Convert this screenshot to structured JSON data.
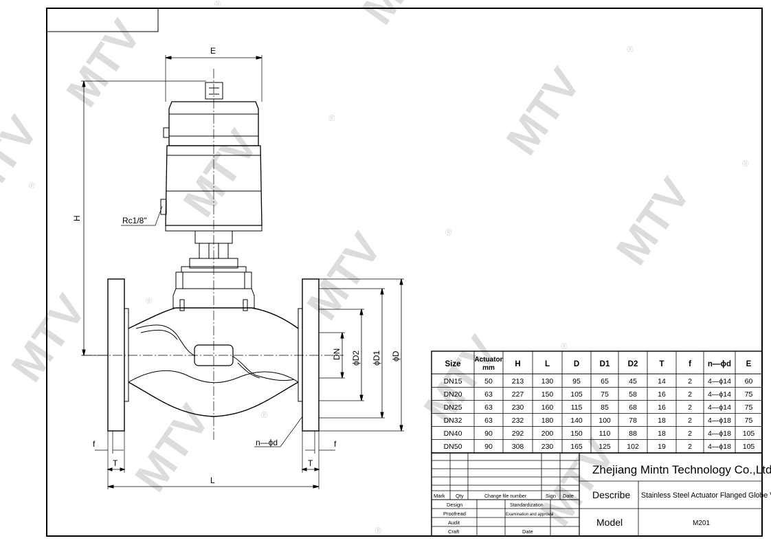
{
  "watermark": {
    "text": "MTV",
    "mark": "®"
  },
  "dimensions": {
    "E": "E",
    "H": "H",
    "L": "L",
    "T": "T",
    "f": "f",
    "DN": "DN",
    "D2": "ϕD2",
    "D1": "ϕD1",
    "D": "ϕD",
    "port": "Rc1/8\"",
    "holes": "n—ϕd"
  },
  "table": {
    "headers": [
      "Size",
      "Actuator mm",
      "H",
      "L",
      "D",
      "D1",
      "D2",
      "T",
      "f",
      "n—ϕd",
      "E"
    ],
    "rows": [
      [
        "DN15",
        "50",
        "213",
        "130",
        "95",
        "65",
        "45",
        "14",
        "2",
        "4—ϕ14",
        "60"
      ],
      [
        "DN20",
        "63",
        "227",
        "150",
        "105",
        "75",
        "58",
        "16",
        "2",
        "4—ϕ14",
        "75"
      ],
      [
        "DN25",
        "63",
        "230",
        "160",
        "115",
        "85",
        "68",
        "16",
        "2",
        "4—ϕ14",
        "75"
      ],
      [
        "DN32",
        "63",
        "232",
        "180",
        "140",
        "100",
        "78",
        "18",
        "2",
        "4—ϕ18",
        "75"
      ],
      [
        "DN40",
        "90",
        "292",
        "200",
        "150",
        "110",
        "88",
        "18",
        "2",
        "4—ϕ18",
        "105"
      ],
      [
        "DN50",
        "90",
        "308",
        "230",
        "165",
        "125",
        "102",
        "19",
        "2",
        "4—ϕ18",
        "105"
      ]
    ]
  },
  "title_block": {
    "company": "Zhejiang Mintn Technology Co.,Ltd.",
    "describe_label": "Describe",
    "describe_value": "Stainless Steel Actuator Flanged Globe Valve",
    "model_label": "Model",
    "model_value": "M201",
    "mark": "Mark",
    "qty": "Qty",
    "change": "Change file number",
    "sign": "Sign",
    "date": "Date",
    "design": "Design",
    "standardization": "Standardization",
    "proofread": "Proofread",
    "examination": "Examination and approval",
    "audit": "Audit",
    "craft": "Craft",
    "date2": "Date"
  }
}
